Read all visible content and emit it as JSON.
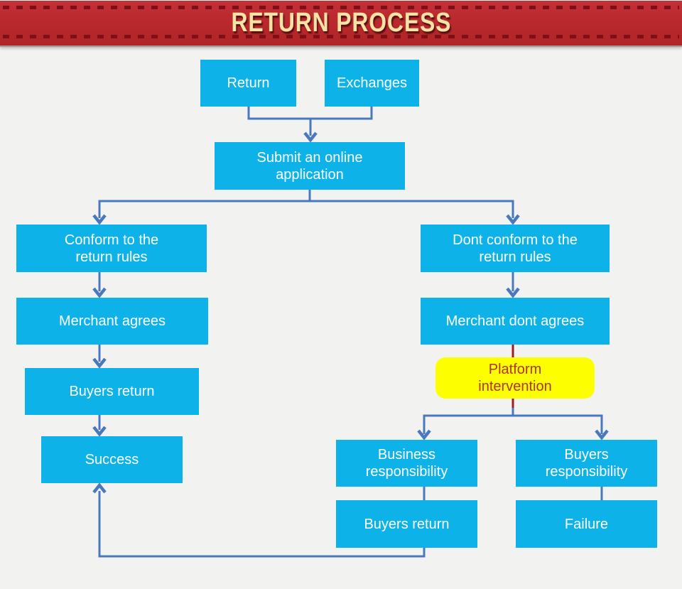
{
  "header": {
    "title": "RETURN PROCESS"
  },
  "palette": {
    "banner_red": "#bb2a2e",
    "banner_dash": "#7c1016",
    "banner_text_gold": "#f5e3a6",
    "node_cyan": "#0db2e9",
    "node_text": "#ffffff",
    "connector_blue": "#4a78bd",
    "connector_red": "#9e1c26",
    "highlight_yellow": "#fdff00",
    "highlight_text_red": "#b0332a",
    "page_background": "#f2f3f1"
  },
  "flowchart": {
    "nodes": {
      "return": {
        "label": "Return"
      },
      "exchanges": {
        "label": "Exchanges"
      },
      "submit_application": {
        "label": "Submit an online\napplication"
      },
      "conform_rules": {
        "label": "Conform to the\nreturn rules"
      },
      "dont_conform_rules": {
        "label": "Dont conform to the\nreturn rules"
      },
      "merchant_agrees": {
        "label": "Merchant agrees"
      },
      "merchant_dont_agrees": {
        "label": "Merchant dont agrees"
      },
      "platform_intervention": {
        "label": "Platform\nintervention"
      },
      "buyers_return_left": {
        "label": "Buyers return"
      },
      "success": {
        "label": "Success"
      },
      "business_responsibility": {
        "label": "Business\nresponsibility"
      },
      "buyers_responsibility": {
        "label": "Buyers\nresponsibility"
      },
      "buyers_return_right": {
        "label": "Buyers return"
      },
      "failure": {
        "label": "Failure"
      }
    }
  }
}
